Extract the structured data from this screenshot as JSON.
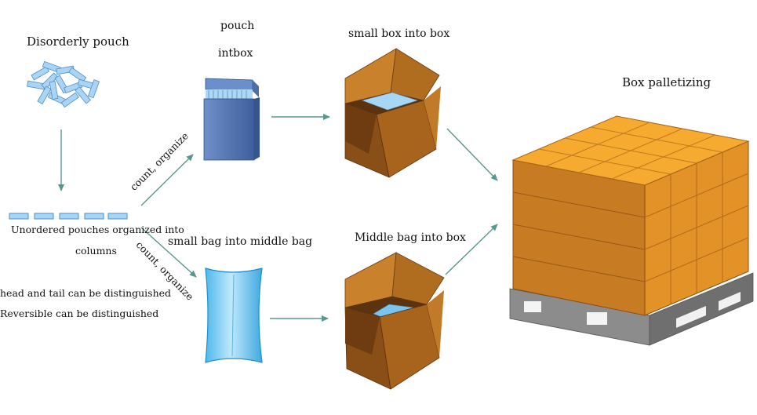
{
  "labels": {
    "disorderly_pouch": "Disorderly pouch",
    "pouch": "pouch",
    "intbox": "intbox",
    "small_box_into_box": "small box into box",
    "box_palletizing": "Box palletizing",
    "count_organize_top": "count, organize",
    "count_organize_bottom": "count, organize",
    "unordered_line1": "Unordered pouches organized into",
    "unordered_line2": "columns",
    "small_bag_into_middle_bag": "small bag into middle bag",
    "middle_bag_into_box": "Middle bag into box",
    "head_tail": "head and tail can be distinguished",
    "reversible": "Reversible can be distinguished"
  },
  "colors": {
    "arrow": "#5a9690",
    "carton_light": "#c9812a",
    "carton_dark": "#7a4413",
    "carton_top": "#f3a72a",
    "pouch_blue": "#8fc3ec",
    "inner_box": "#4f74b2",
    "bag_blue": "#6fc9f2",
    "pallet": "#9a9a9a"
  }
}
